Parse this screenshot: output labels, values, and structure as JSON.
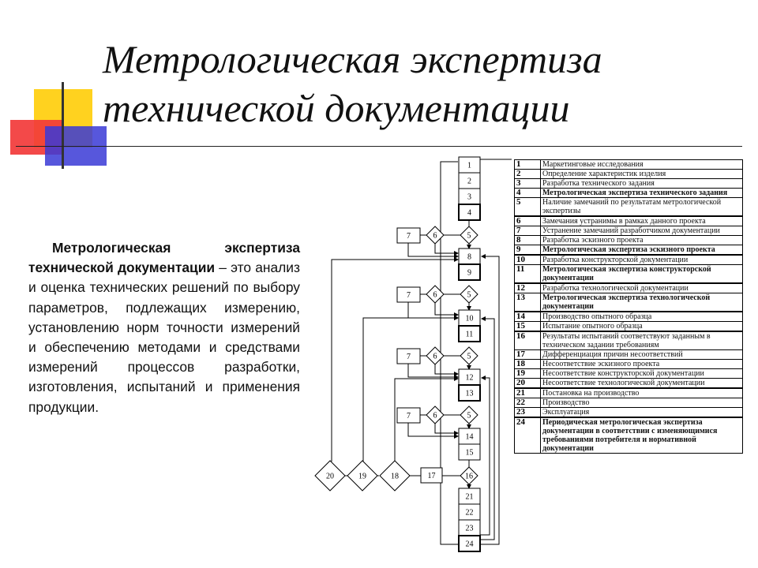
{
  "title": {
    "line1": "Метрологическая экспертиза",
    "line2": "технической документации"
  },
  "description": {
    "term": "Метрологическая экспертиза технической документации",
    "text": " – это анализ и оценка технических решений по выбору параметров, подлежащих измерению, установлению норм точности измерений и обеспечению методами и средствами измерений процессов разработки, изготовления, испытаний и применения продукции."
  },
  "flowchart": {
    "blocks": [
      "1",
      "2",
      "3",
      "4",
      "8",
      "9",
      "10",
      "11",
      "12",
      "13",
      "14",
      "15",
      "21",
      "22",
      "23",
      "24",
      "7",
      "7",
      "7",
      "7",
      "17"
    ],
    "diamonds": [
      "6",
      "5",
      "6",
      "5",
      "6",
      "5",
      "6",
      "5",
      "20",
      "19",
      "18",
      "16"
    ]
  },
  "legend": [
    {
      "num": "1",
      "text": "Маркетинговые исследования",
      "bold": false
    },
    {
      "num": "2",
      "text": "Определение характеристик изделия",
      "bold": false
    },
    {
      "num": "3",
      "text": "Разработка технического задания",
      "bold": false
    },
    {
      "num": "4",
      "text": "Метрологическая экспертиза технического задания",
      "bold": true
    },
    {
      "num": "5",
      "text": "Наличие замечаний по результатам метрологической экспертизы",
      "bold": false
    },
    {
      "num": "6",
      "text": "Замечания устранимы в рамках данного проекта",
      "bold": false
    },
    {
      "num": "7",
      "text": "Устранение замечаний разработчиком документации",
      "bold": false
    },
    {
      "num": "8",
      "text": "Разработка эскизного проекта",
      "bold": false
    },
    {
      "num": "9",
      "text": "Метрологическая экспертиза эскизного проекта",
      "bold": true
    },
    {
      "num": "10",
      "text": "Разработка конструкторской документации",
      "bold": false
    },
    {
      "num": "11",
      "text": "Метрологическая экспертиза конструкторской документации",
      "bold": true
    },
    {
      "num": "12",
      "text": "Разработка технологической документации",
      "bold": false
    },
    {
      "num": "13",
      "text": "Метрологическая экспертиза технологической документации",
      "bold": true
    },
    {
      "num": "14",
      "text": "Производство опытного образца",
      "bold": false
    },
    {
      "num": "15",
      "text": "Испытание опытного образца",
      "bold": false
    },
    {
      "num": "16",
      "text": "Результаты испытаний соответствуют заданным в техническом задании требованиям",
      "bold": false
    },
    {
      "num": "17",
      "text": "Дифференциация причин несоответствий",
      "bold": false
    },
    {
      "num": "18",
      "text": "Несоответствие эскизного проекта",
      "bold": false
    },
    {
      "num": "19",
      "text": "Несоответствие конструкторской документации",
      "bold": false
    },
    {
      "num": "20",
      "text": "Несоответствие технологической документации",
      "bold": false
    },
    {
      "num": "21",
      "text": "Постановка на производство",
      "bold": false
    },
    {
      "num": "22",
      "text": "Производство",
      "bold": false
    },
    {
      "num": "23",
      "text": "Эксплуатация",
      "bold": false
    },
    {
      "num": "24",
      "text": "Периодическая метрологическая экспертиза документации в соответствии с изменяющимися требованиями потребителя и нормативной документации",
      "bold": true
    }
  ]
}
